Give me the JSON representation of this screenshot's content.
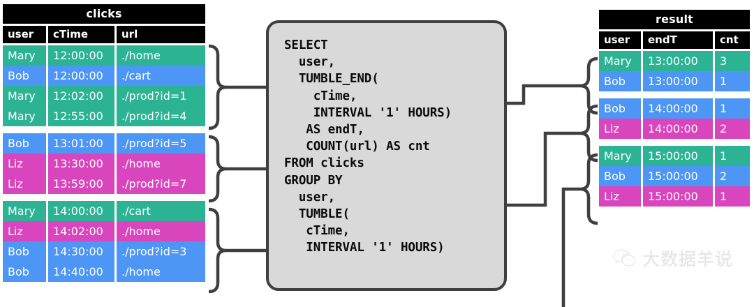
{
  "clicks_table": {
    "title": "clicks",
    "columns": [
      "user",
      "cTime",
      "url"
    ],
    "groups": [
      {
        "rows": [
          {
            "user": "Mary",
            "cTime": "12:00:00",
            "url": "./home",
            "color": "green"
          },
          {
            "user": "Bob",
            "cTime": "12:00:00",
            "url": "./cart",
            "color": "blue"
          },
          {
            "user": "Mary",
            "cTime": "12:02:00",
            "url": "./prod?id=1",
            "color": "green"
          },
          {
            "user": "Mary",
            "cTime": "12:55:00",
            "url": "./prod?id=4",
            "color": "green"
          }
        ]
      },
      {
        "rows": [
          {
            "user": "Bob",
            "cTime": "13:01:00",
            "url": "./prod?id=5",
            "color": "blue"
          },
          {
            "user": "Liz",
            "cTime": "13:30:00",
            "url": "./home",
            "color": "pink"
          },
          {
            "user": "Liz",
            "cTime": "13:59:00",
            "url": "./prod?id=7",
            "color": "pink"
          }
        ]
      },
      {
        "rows": [
          {
            "user": "Mary",
            "cTime": "14:00:00",
            "url": "./cart",
            "color": "green"
          },
          {
            "user": "Liz",
            "cTime": "14:02:00",
            "url": "./home",
            "color": "pink"
          },
          {
            "user": "Bob",
            "cTime": "14:30:00",
            "url": "./prod?id=3",
            "color": "blue"
          },
          {
            "user": "Bob",
            "cTime": "14:40:00",
            "url": "./home",
            "color": "blue"
          }
        ]
      }
    ]
  },
  "result_table": {
    "title": "result",
    "columns": [
      "user",
      "endT",
      "cnt"
    ],
    "groups": [
      {
        "rows": [
          {
            "user": "Mary",
            "endT": "13:00:00",
            "cnt": "3",
            "color": "green"
          },
          {
            "user": "Bob",
            "endT": "13:00:00",
            "cnt": "1",
            "color": "blue"
          }
        ]
      },
      {
        "rows": [
          {
            "user": "Bob",
            "endT": "14:00:00",
            "cnt": "1",
            "color": "blue"
          },
          {
            "user": "Liz",
            "endT": "14:00:00",
            "cnt": "2",
            "color": "pink"
          }
        ]
      },
      {
        "rows": [
          {
            "user": "Mary",
            "endT": "15:00:00",
            "cnt": "1",
            "color": "green"
          },
          {
            "user": "Bob",
            "endT": "15:00:00",
            "cnt": "2",
            "color": "blue"
          },
          {
            "user": "Liz",
            "endT": "15:00:00",
            "cnt": "1",
            "color": "pink"
          }
        ]
      }
    ]
  },
  "sql": {
    "code": "SELECT\n  user,\n  TUMBLE_END(\n    cTime,\n    INTERVAL '1' HOURS)\n   AS endT,\n   COUNT(url) AS cnt\nFROM clicks\nGROUP BY\n  user,\n  TUMBLE(\n   cTime,\n   INTERVAL '1' HOURS)"
  },
  "watermark": {
    "icon": "wechat-icon",
    "text": "大数据羊说"
  },
  "colors": {
    "green": "#2bb394",
    "blue": "#4d96f5",
    "pink": "#d945bd",
    "header": "#000000",
    "sql_fill": "#d9d9d9",
    "sql_border": "#3f3f3f",
    "connector": "#3f3f3f"
  }
}
